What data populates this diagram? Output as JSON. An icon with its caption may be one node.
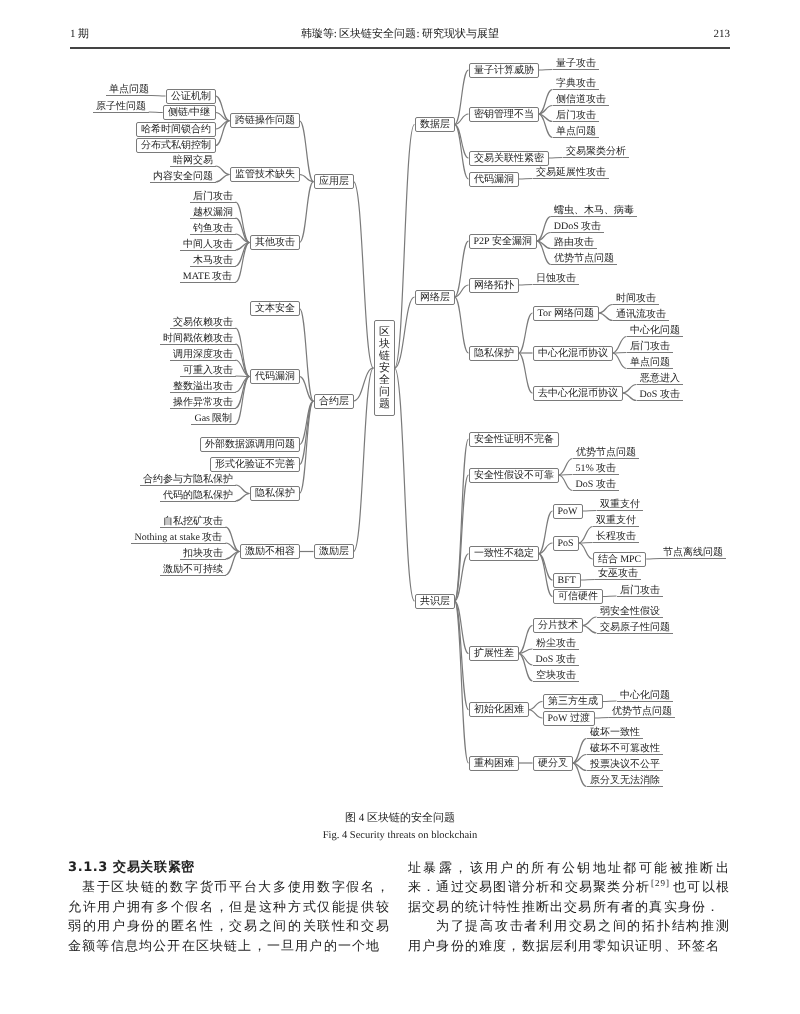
{
  "diagram": {
    "caption": "图 4 区块链的安全问题",
    "nodes": [
      {
        "text": [
          "区块链安全问题"
        ]
      },
      {
        "text": [
          "应用层"
        ]
      },
      {
        "text": [
          "跨链操作问题"
        ]
      },
      {
        "text": [
          "公证机制"
        ]
      },
      {
        "text": [
          "单点问题"
        ]
      },
      {
        "text": [
          "侧链/中继"
        ]
      },
      {
        "text": [
          "原子性问题"
        ]
      },
      {
        "text": [
          "哈希时间锁合约"
        ]
      },
      {
        "text": [
          "分布式私钥控制"
        ]
      },
      {
        "text": [
          "监管技术缺失"
        ]
      },
      {
        "text": [
          "暗网交易"
        ]
      },
      {
        "text": [
          "内容安全问题"
        ]
      },
      {
        "text": [
          "其他攻击"
        ]
      },
      {
        "text": [
          "后门攻击"
        ]
      },
      {
        "text": [
          "越权漏洞"
        ]
      },
      {
        "text": [
          "钓鱼攻击"
        ]
      },
      {
        "text": [
          "中间人攻击"
        ]
      },
      {
        "text": [
          "木马攻击"
        ]
      },
      {
        "text": [
          "MATE 攻击"
        ]
      },
      {
        "text": [
          "合约层"
        ]
      },
      {
        "text": [
          "文本安全"
        ]
      },
      {
        "text": [
          "代码漏洞"
        ]
      },
      {
        "text": [
          "交易依赖攻击"
        ]
      },
      {
        "text": [
          "时间戳依赖攻击"
        ]
      },
      {
        "text": [
          "调用深度攻击"
        ]
      },
      {
        "text": [
          "可重入攻击"
        ]
      },
      {
        "text": [
          "整数溢出攻击"
        ]
      },
      {
        "text": [
          "操作异常攻击"
        ]
      },
      {
        "text": [
          "Gas 限制"
        ]
      },
      {
        "text": [
          "外部数据源调用问题"
        ]
      },
      {
        "text": [
          "形式化验证不完善"
        ]
      },
      {
        "text": [
          "隐私保护"
        ]
      },
      {
        "text": [
          "合约参与方隐私保护"
        ]
      },
      {
        "text": [
          "代码的隐私保护"
        ]
      },
      {
        "text": [
          "激励层"
        ]
      },
      {
        "text": [
          "激励不相容"
        ]
      },
      {
        "text": [
          "自私挖矿攻击"
        ]
      },
      {
        "text": [
          "Nothing at stake 攻击"
        ]
      },
      {
        "text": [
          "扣块攻击"
        ]
      },
      {
        "text": [
          "激励不可持续"
        ]
      },
      {
        "text": [
          "数据层"
        ]
      },
      {
        "text": [
          "量子计算威胁"
        ]
      },
      {
        "text": [
          "量子攻击"
        ]
      },
      {
        "text": [
          "密钥管理不当"
        ]
      },
      {
        "text": [
          "字典攻击"
        ]
      },
      {
        "text": [
          "侧信道攻击"
        ]
      },
      {
        "text": [
          "后门攻击"
        ]
      },
      {
        "text": [
          "单点问题"
        ]
      },
      {
        "text": [
          "交易关联性紧密"
        ]
      },
      {
        "text": [
          "交易聚类分析"
        ]
      },
      {
        "text": [
          "代码漏洞"
        ]
      },
      {
        "text": [
          "交易延展性攻击"
        ]
      },
      {
        "text": [
          "网络层"
        ]
      },
      {
        "text": [
          "P2P 安全漏洞"
        ]
      },
      {
        "text": [
          "蠕虫、木马、病毒"
        ]
      },
      {
        "text": [
          "DDoS 攻击"
        ]
      },
      {
        "text": [
          "路由攻击"
        ]
      },
      {
        "text": [
          "优势节点问题"
        ]
      },
      {
        "text": [
          "网络拓扑"
        ]
      },
      {
        "text": [
          "日蚀攻击"
        ]
      },
      {
        "text": [
          "隐私保护"
        ]
      },
      {
        "text": [
          "Tor 网络问题"
        ]
      },
      {
        "text": [
          "时间攻击"
        ]
      },
      {
        "text": [
          "通讯流攻击"
        ]
      },
      {
        "text": [
          "中心化混币协议"
        ]
      },
      {
        "text": [
          "中心化问题"
        ]
      },
      {
        "text": [
          "后门攻击"
        ]
      },
      {
        "text": [
          "单点问题"
        ]
      },
      {
        "text": [
          "去中心化混币协议"
        ]
      },
      {
        "text": [
          "恶意进入"
        ]
      },
      {
        "text": [
          "DoS 攻击"
        ]
      },
      {
        "text": [
          "共识层"
        ]
      },
      {
        "text": [
          "安全性证明不完备"
        ]
      },
      {
        "text": [
          "安全性假设不可靠"
        ]
      },
      {
        "text": [
          "优势节点问题"
        ]
      },
      {
        "text": [
          "51% 攻击"
        ]
      },
      {
        "text": [
          "DoS 攻击"
        ]
      },
      {
        "text": [
          "一致性不稳定"
        ]
      },
      {
        "text": [
          "PoW"
        ]
      },
      {
        "text": [
          "双重支付"
        ]
      },
      {
        "text": [
          "PoS"
        ]
      },
      {
        "text": [
          "双重支付"
        ]
      },
      {
        "text": [
          "长程攻击"
        ]
      },
      {
        "text": [
          "结合 MPC"
        ]
      },
      {
        "text": [
          "节点离线问题"
        ]
      },
      {
        "text": [
          "BFT"
        ]
      },
      {
        "text": [
          "女巫攻击"
        ]
      },
      {
        "text": [
          "可信硬件"
        ]
      },
      {
        "text": [
          "后门攻击"
        ]
      },
      {
        "text": [
          "扩展性差"
        ]
      },
      {
        "text": [
          "分片技术"
        ]
      },
      {
        "text": [
          "弱安全性假设"
        ]
      },
      {
        "text": [
          "交易原子性问题"
        ]
      },
      {
        "text": [
          "粉尘攻击"
        ]
      },
      {
        "text": [
          "DoS 攻击"
        ]
      },
      {
        "text": [
          "空块攻击"
        ]
      },
      {
        "text": [
          "初始化困难"
        ]
      },
      {
        "text": [
          "第三方生成"
        ]
      },
      {
        "text": [
          "中心化问题"
        ]
      },
      {
        "text": [
          "PoW 过渡"
        ]
      },
      {
        "text": [
          "优势节点问题"
        ]
      },
      {
        "text": [
          "重构困难"
        ]
      },
      {
        "text": [
          "硬分叉"
        ]
      },
      {
        "text": [
          "破坏一致性"
        ]
      },
      {
        "text": [
          "破坏不可篡改性"
        ]
      },
      {
        "text": [
          "投票决议不公平"
        ]
      },
      {
        "text": [
          "原分叉无法消除"
        ]
      }
    ],
    "edges": [
      {
        "from": 0,
        "to": 1,
        "arrow": "none"
      },
      {
        "from": 1,
        "to": 2,
        "arrow": "none"
      },
      {
        "from": 2,
        "to": 3,
        "arrow": "none"
      },
      {
        "from": 3,
        "to": 4,
        "arrow": "none"
      },
      {
        "from": 2,
        "to": 5,
        "arrow": "none"
      },
      {
        "from": 5,
        "to": 6,
        "arrow": "none"
      },
      {
        "from": 2,
        "to": 7,
        "arrow": "none"
      },
      {
        "from": 2,
        "to": 8,
        "arrow": "none"
      },
      {
        "from": 1,
        "to": 9,
        "arrow": "none"
      },
      {
        "from": 9,
        "to": 10,
        "arrow": "none"
      },
      {
        "from": 9,
        "to": 11,
        "arrow": "none"
      },
      {
        "from": 1,
        "to": 12,
        "arrow": "none"
      },
      {
        "from": 12,
        "to": 13,
        "arrow": "none"
      },
      {
        "from": 12,
        "to": 14,
        "arrow": "none"
      },
      {
        "from": 12,
        "to": 15,
        "arrow": "none"
      },
      {
        "from": 12,
        "to": 16,
        "arrow": "none"
      },
      {
        "from": 12,
        "to": 17,
        "arrow": "none"
      },
      {
        "from": 12,
        "to": 18,
        "arrow": "none"
      },
      {
        "from": 0,
        "to": 19,
        "arrow": "none"
      },
      {
        "from": 19,
        "to": 20,
        "arrow": "none"
      },
      {
        "from": 19,
        "to": 21,
        "arrow": "none"
      },
      {
        "from": 21,
        "to": 22,
        "arrow": "none"
      },
      {
        "from": 21,
        "to": 23,
        "arrow": "none"
      },
      {
        "from": 21,
        "to": 24,
        "arrow": "none"
      },
      {
        "from": 21,
        "to": 25,
        "arrow": "none"
      },
      {
        "from": 21,
        "to": 26,
        "arrow": "none"
      },
      {
        "from": 21,
        "to": 27,
        "arrow": "none"
      },
      {
        "from": 21,
        "to": 28,
        "arrow": "none"
      },
      {
        "from": 19,
        "to": 29,
        "arrow": "none"
      },
      {
        "from": 19,
        "to": 30,
        "arrow": "none"
      },
      {
        "from": 19,
        "to": 31,
        "arrow": "none"
      },
      {
        "from": 31,
        "to": 32,
        "arrow": "none"
      },
      {
        "from": 31,
        "to": 33,
        "arrow": "none"
      },
      {
        "from": 0,
        "to": 34,
        "arrow": "none"
      },
      {
        "from": 34,
        "to": 35,
        "arrow": "none"
      },
      {
        "from": 35,
        "to": 36,
        "arrow": "none"
      },
      {
        "from": 35,
        "to": 37,
        "arrow": "none"
      },
      {
        "from": 35,
        "to": 38,
        "arrow": "none"
      },
      {
        "from": 35,
        "to": 39,
        "arrow": "none"
      },
      {
        "from": 0,
        "to": 40,
        "arrow": "none"
      },
      {
        "from": 40,
        "to": 41,
        "arrow": "none"
      },
      {
        "from": 41,
        "to": 42,
        "arrow": "none"
      },
      {
        "from": 40,
        "to": 43,
        "arrow": "none"
      },
      {
        "from": 43,
        "to": 44,
        "arrow": "none"
      },
      {
        "from": 43,
        "to": 45,
        "arrow": "none"
      },
      {
        "from": 43,
        "to": 46,
        "arrow": "none"
      },
      {
        "from": 43,
        "to": 47,
        "arrow": "none"
      },
      {
        "from": 40,
        "to": 48,
        "arrow": "none"
      },
      {
        "from": 48,
        "to": 49,
        "arrow": "none"
      },
      {
        "from": 40,
        "to": 50,
        "arrow": "none"
      },
      {
        "from": 50,
        "to": 51,
        "arrow": "none"
      },
      {
        "from": 0,
        "to": 52,
        "arrow": "none"
      },
      {
        "from": 52,
        "to": 53,
        "arrow": "none"
      },
      {
        "from": 53,
        "to": 54,
        "arrow": "none"
      },
      {
        "from": 53,
        "to": 55,
        "arrow": "none"
      },
      {
        "from": 53,
        "to": 56,
        "arrow": "none"
      },
      {
        "from": 53,
        "to": 57,
        "arrow": "none"
      },
      {
        "from": 52,
        "to": 58,
        "arrow": "none"
      },
      {
        "from": 58,
        "to": 59,
        "arrow": "none"
      },
      {
        "from": 52,
        "to": 60,
        "arrow": "none"
      },
      {
        "from": 60,
        "to": 61,
        "arrow": "none"
      },
      {
        "from": 61,
        "to": 62,
        "arrow": "none"
      },
      {
        "from": 61,
        "to": 63,
        "arrow": "none"
      },
      {
        "from": 60,
        "to": 64,
        "arrow": "none"
      },
      {
        "from": 64,
        "to": 65,
        "arrow": "none"
      },
      {
        "from": 64,
        "to": 66,
        "arrow": "none"
      },
      {
        "from": 64,
        "to": 67,
        "arrow": "none"
      },
      {
        "from": 60,
        "to": 68,
        "arrow": "none"
      },
      {
        "from": 68,
        "to": 69,
        "arrow": "none"
      },
      {
        "from": 68,
        "to": 70,
        "arrow": "none"
      },
      {
        "from": 0,
        "to": 71,
        "arrow": "none"
      },
      {
        "from": 71,
        "to": 72,
        "arrow": "none"
      },
      {
        "from": 71,
        "to": 73,
        "arrow": "none"
      },
      {
        "from": 73,
        "to": 74,
        "arrow": "none"
      },
      {
        "from": 73,
        "to": 75,
        "arrow": "none"
      },
      {
        "from": 73,
        "to": 76,
        "arrow": "none"
      },
      {
        "from": 71,
        "to": 77,
        "arrow": "none"
      },
      {
        "from": 77,
        "to": 78,
        "arrow": "none"
      },
      {
        "from": 78,
        "to": 79,
        "arrow": "none"
      },
      {
        "from": 77,
        "to": 80,
        "arrow": "none"
      },
      {
        "from": 80,
        "to": 81,
        "arrow": "none"
      },
      {
        "from": 80,
        "to": 82,
        "arrow": "none"
      },
      {
        "from": 80,
        "to": 83,
        "arrow": "none"
      },
      {
        "from": 83,
        "to": 84,
        "arrow": "none"
      },
      {
        "from": 77,
        "to": 85,
        "arrow": "none"
      },
      {
        "from": 85,
        "to": 86,
        "arrow": "none"
      },
      {
        "from": 77,
        "to": 87,
        "arrow": "none"
      },
      {
        "from": 87,
        "to": 88,
        "arrow": "none"
      },
      {
        "from": 71,
        "to": 89,
        "arrow": "none"
      },
      {
        "from": 89,
        "to": 90,
        "arrow": "none"
      },
      {
        "from": 90,
        "to": 91,
        "arrow": "none"
      },
      {
        "from": 90,
        "to": 92,
        "arrow": "none"
      },
      {
        "from": 89,
        "to": 93,
        "arrow": "none"
      },
      {
        "from": 89,
        "to": 94,
        "arrow": "none"
      },
      {
        "from": 89,
        "to": 95,
        "arrow": "none"
      },
      {
        "from": 71,
        "to": 96,
        "arrow": "none"
      },
      {
        "from": 96,
        "to": 97,
        "arrow": "none"
      },
      {
        "from": 97,
        "to": 98,
        "arrow": "none"
      },
      {
        "from": 96,
        "to": 99,
        "arrow": "none"
      },
      {
        "from": 99,
        "to": 100,
        "arrow": "none"
      },
      {
        "from": 71,
        "to": 101,
        "arrow": "none"
      },
      {
        "from": 101,
        "to": 102,
        "arrow": "none"
      },
      {
        "from": 102,
        "to": 103,
        "arrow": "none"
      },
      {
        "from": 102,
        "to": 104,
        "arrow": "none"
      },
      {
        "from": 102,
        "to": 105,
        "arrow": "none"
      },
      {
        "from": 102,
        "to": 106,
        "arrow": "none"
      }
    ],
    "labels": [
      "1 期",
      "韩璇等: 区块链安全问题: 研究现状与展望",
      "213",
      "Fig. 4 Security threats on blockchain",
      "3.1.3 交易关联紧密",
      "基于区块链的数字货币平台大多使用数字假名，允许用户拥有多个假名，但是这种方式仅能提供较弱的用户身份的匿名性，交易之间的关联性和交易金额等信息均公开在区块链上，一旦用户的一个地",
      "址暴露，该用户的所有公钥地址都可能被推断出来．通过交易图谱分析和交易聚类分析$^{[29]}$也可以根据交易的统计特性推断出交易所有者的真实身份．",
      "为了提高攻击者利用交易之间的拓扑结构推测用户身份的难度，数据层利用零知识证明、环签名"
    ]
  }
}
